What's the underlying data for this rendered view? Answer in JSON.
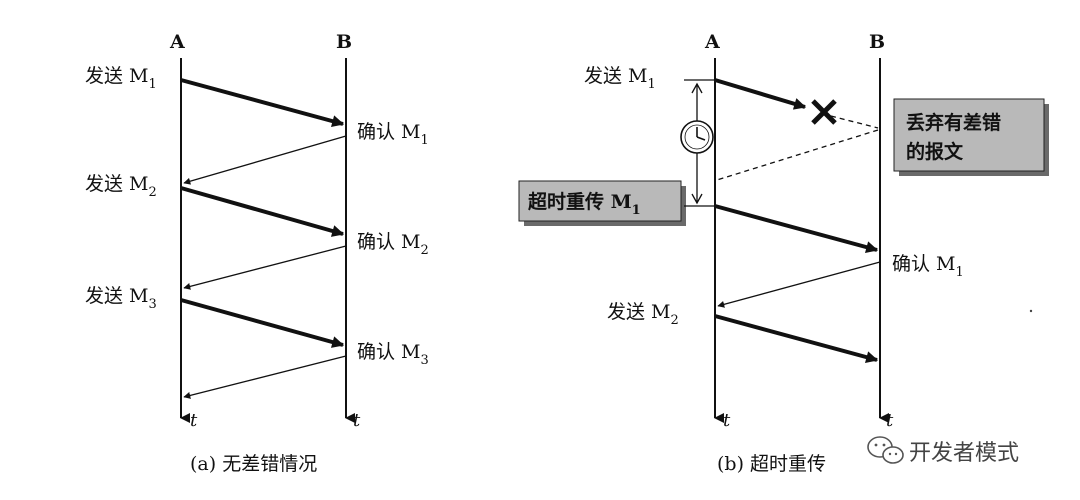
{
  "diagram_a": {
    "label_a": "A",
    "label_b": "B",
    "t_a": "t",
    "t_b": "t",
    "send1": "发送 M",
    "send1_sub": "1",
    "ack1": "确认 M",
    "ack1_sub": "1",
    "send2": "发送 M",
    "send2_sub": "2",
    "ack2": "确认 M",
    "ack2_sub": "2",
    "send3": "发送 M",
    "send3_sub": "3",
    "ack3": "确认 M",
    "ack3_sub": "3",
    "caption": "(a) 无差错情况"
  },
  "diagram_b": {
    "label_a": "A",
    "label_b": "B",
    "t_a": "t",
    "t_b": "t",
    "send1": "发送 M",
    "send1_sub": "1",
    "discard_line1": "丢弃有差错",
    "discard_line2": "的报文",
    "resend": "超时重传 M",
    "resend_sub": "1",
    "ack1": "确认 M",
    "ack1_sub": "1",
    "send2": "发送 M",
    "send2_sub": "2",
    "caption": "(b) 超时重传"
  },
  "watermark": {
    "text": "开发者模式",
    "icon": "wechat-icon"
  },
  "colors": {
    "ink": "#111111",
    "box_fill": "#b9b9b9",
    "box_shadow": "#6a6a6a"
  }
}
